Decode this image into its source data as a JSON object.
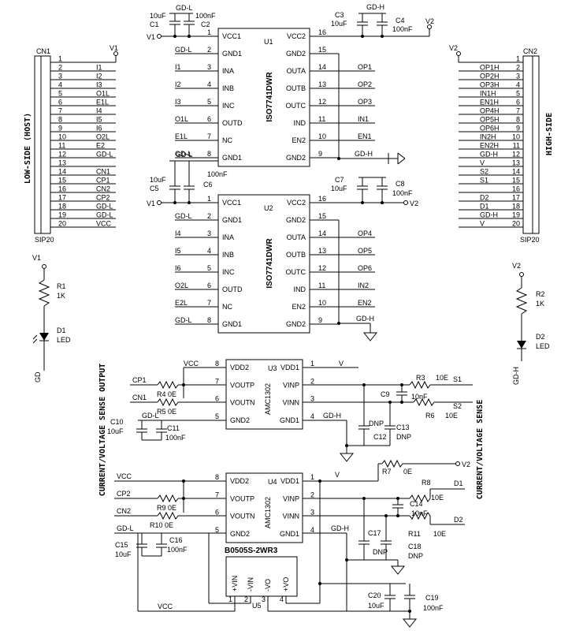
{
  "title_low": "LOW-SIDE (HOST)",
  "title_high": "HIGH-SIDE",
  "sense_left": "CURRENT/VOLTAGE  SENSE  OUTPUT",
  "sense_right": "CURRENT/VOLTAGE  SENSE",
  "cn1": {
    "ref": "CN1",
    "type": "SIP20",
    "power": "V1",
    "pins": [
      {
        "n": "1",
        "net": ""
      },
      {
        "n": "2",
        "net": "I1"
      },
      {
        "n": "3",
        "net": "I2"
      },
      {
        "n": "4",
        "net": "I3"
      },
      {
        "n": "5",
        "net": "O1L"
      },
      {
        "n": "6",
        "net": "E1L"
      },
      {
        "n": "7",
        "net": "I4"
      },
      {
        "n": "8",
        "net": "I5"
      },
      {
        "n": "9",
        "net": "I6"
      },
      {
        "n": "10",
        "net": "O2L"
      },
      {
        "n": "11",
        "net": "E2"
      },
      {
        "n": "12",
        "net": "GD-L"
      },
      {
        "n": "13",
        "net": ""
      },
      {
        "n": "14",
        "net": "CN1"
      },
      {
        "n": "15",
        "net": "CP1"
      },
      {
        "n": "16",
        "net": "CN2"
      },
      {
        "n": "17",
        "net": "CP2"
      },
      {
        "n": "18",
        "net": "GD-L"
      },
      {
        "n": "19",
        "net": "GD-L"
      },
      {
        "n": "20",
        "net": "VCC"
      }
    ]
  },
  "cn2": {
    "ref": "CN2",
    "type": "SIP20",
    "power": "V2",
    "pins": [
      {
        "n": "1",
        "net": ""
      },
      {
        "n": "2",
        "net": "OP1H"
      },
      {
        "n": "3",
        "net": "OP2H"
      },
      {
        "n": "4",
        "net": "OP3H"
      },
      {
        "n": "5",
        "net": "IN1H"
      },
      {
        "n": "6",
        "net": "EN1H"
      },
      {
        "n": "7",
        "net": "OP4H"
      },
      {
        "n": "8",
        "net": "OP5H"
      },
      {
        "n": "9",
        "net": "OP6H"
      },
      {
        "n": "10",
        "net": "IN2H"
      },
      {
        "n": "11",
        "net": "EN2H"
      },
      {
        "n": "12",
        "net": "GD-H"
      },
      {
        "n": "13",
        "net": "V"
      },
      {
        "n": "14",
        "net": "S2"
      },
      {
        "n": "15",
        "net": "S1"
      },
      {
        "n": "16",
        "net": ""
      },
      {
        "n": "17",
        "net": "D2"
      },
      {
        "n": "18",
        "net": "D1"
      },
      {
        "n": "19",
        "net": "GD-H"
      },
      {
        "n": "20",
        "net": "V"
      }
    ]
  },
  "u1": {
    "ref": "U1",
    "part": "ISO7741DWR",
    "left": [
      {
        "pin": "1",
        "name": "VCC1",
        "net": "V1"
      },
      {
        "pin": "2",
        "name": "GND1",
        "net": "GD-L"
      },
      {
        "pin": "3",
        "name": "INA",
        "net": "I1"
      },
      {
        "pin": "4",
        "name": "INB",
        "net": "I2"
      },
      {
        "pin": "5",
        "name": "INC",
        "net": "I3"
      },
      {
        "pin": "6",
        "name": "OUTD",
        "net": "O1L"
      },
      {
        "pin": "7",
        "name": "NC",
        "net": "E1L"
      },
      {
        "pin": "8",
        "name": "GND1",
        "net": "GD-L"
      }
    ],
    "right": [
      {
        "pin": "16",
        "name": "VCC2",
        "net": "V2"
      },
      {
        "pin": "15",
        "name": "GND2",
        "net": ""
      },
      {
        "pin": "14",
        "name": "OUTA",
        "net": "OP1"
      },
      {
        "pin": "13",
        "name": "OUTB",
        "net": "OP2"
      },
      {
        "pin": "12",
        "name": "OUTC",
        "net": "OP3"
      },
      {
        "pin": "11",
        "name": "IND",
        "net": "IN1"
      },
      {
        "pin": "10",
        "name": "EN2",
        "net": "EN1"
      },
      {
        "pin": "9",
        "name": "GND2",
        "net": "GD-H"
      }
    ]
  },
  "u2": {
    "ref": "U2",
    "part": "ISO7741DWR",
    "left": [
      {
        "pin": "1",
        "name": "VCC1",
        "net": "V1"
      },
      {
        "pin": "2",
        "name": "GND1",
        "net": "GD-L"
      },
      {
        "pin": "3",
        "name": "INA",
        "net": "I4"
      },
      {
        "pin": "4",
        "name": "INB",
        "net": "I5"
      },
      {
        "pin": "5",
        "name": "INC",
        "net": "I6"
      },
      {
        "pin": "6",
        "name": "OUTD",
        "net": "O2L"
      },
      {
        "pin": "7",
        "name": "NC",
        "net": "E2L"
      },
      {
        "pin": "8",
        "name": "GND1",
        "net": "GD-L"
      }
    ],
    "right": [
      {
        "pin": "16",
        "name": "VCC2",
        "net": "V2"
      },
      {
        "pin": "15",
        "name": "GND2",
        "net": ""
      },
      {
        "pin": "14",
        "name": "OUTA",
        "net": "OP4"
      },
      {
        "pin": "13",
        "name": "OUTB",
        "net": "OP5"
      },
      {
        "pin": "12",
        "name": "OUTC",
        "net": "OP6"
      },
      {
        "pin": "11",
        "name": "IND",
        "net": "IN2"
      },
      {
        "pin": "10",
        "name": "EN2",
        "net": "EN2"
      },
      {
        "pin": "9",
        "name": "GND2",
        "net": "GD-H"
      }
    ]
  },
  "u3": {
    "ref": "U3",
    "part": "AMC1302",
    "left": [
      {
        "pin": "8",
        "name": "VDD2",
        "net": "VCC"
      },
      {
        "pin": "7",
        "name": "VOUTP",
        "net": "CP1"
      },
      {
        "pin": "6",
        "name": "VOUTN",
        "net": "CN1"
      },
      {
        "pin": "5",
        "name": "GND2",
        "net": "GD-L"
      }
    ],
    "right": [
      {
        "pin": "1",
        "name": "VDD1",
        "net": "V"
      },
      {
        "pin": "2",
        "name": "VINP",
        "net": ""
      },
      {
        "pin": "3",
        "name": "VINN",
        "net": ""
      },
      {
        "pin": "4",
        "name": "GND1",
        "net": "GD-H"
      }
    ]
  },
  "u4": {
    "ref": "U4",
    "part": "AMC1302",
    "left": [
      {
        "pin": "8",
        "name": "VDD2",
        "net": "VCC"
      },
      {
        "pin": "7",
        "name": "VOUTP",
        "net": "CP2"
      },
      {
        "pin": "6",
        "name": "VOUTN",
        "net": "CN2"
      },
      {
        "pin": "5",
        "name": "GND2",
        "net": "GD-L"
      }
    ],
    "right": [
      {
        "pin": "1",
        "name": "VDD1",
        "net": "V"
      },
      {
        "pin": "2",
        "name": "VINP",
        "net": ""
      },
      {
        "pin": "3",
        "name": "VINN",
        "net": ""
      },
      {
        "pin": "4",
        "name": "GND1",
        "net": "GD-H"
      }
    ]
  },
  "u5": {
    "ref": "U5",
    "part": "B0505S-2WR3",
    "pins": [
      {
        "pin": "1",
        "name": "+VIN"
      },
      {
        "pin": "2",
        "name": "-VIN"
      },
      {
        "pin": "3",
        "name": "-VO"
      },
      {
        "pin": "4",
        "name": "+VO"
      }
    ],
    "net_vcc": "VCC"
  },
  "components": {
    "c1": {
      "ref": "C1",
      "value": "10uF"
    },
    "c2": {
      "ref": "C2",
      "value": "100nF"
    },
    "c3": {
      "ref": "C3",
      "value": "10uF"
    },
    "c4": {
      "ref": "C4",
      "value": "100nF"
    },
    "c5": {
      "ref": "C5",
      "value": "10uF"
    },
    "c6": {
      "ref": "C6",
      "value": "100nF"
    },
    "c7": {
      "ref": "C7",
      "value": "10uF"
    },
    "c8": {
      "ref": "C8",
      "value": "100nF"
    },
    "c9": {
      "ref": "C9",
      "value": "10nF"
    },
    "c10": {
      "ref": "C10",
      "value": "10uF"
    },
    "c11": {
      "ref": "C11",
      "value": "100nF"
    },
    "c12": {
      "ref": "C12",
      "value": "DNP"
    },
    "c13": {
      "ref": "C13",
      "value": "DNP"
    },
    "c14": {
      "ref": "C14",
      "value": "10nF"
    },
    "c15": {
      "ref": "C15",
      "value": "10uF"
    },
    "c16": {
      "ref": "C16",
      "value": "100nF"
    },
    "c17": {
      "ref": "C17",
      "value": "DNP"
    },
    "c18": {
      "ref": "C18",
      "value": "DNP"
    },
    "c19": {
      "ref": "C19",
      "value": "100nF"
    },
    "c20": {
      "ref": "C20",
      "value": "10uF"
    },
    "r1": {
      "ref": "R1",
      "value": "1K"
    },
    "r2": {
      "ref": "R2",
      "value": "1K"
    },
    "r3": {
      "ref": "R3",
      "value": "10E"
    },
    "r4": {
      "ref": "R4",
      "value": "0E"
    },
    "r5": {
      "ref": "R5",
      "value": "0E"
    },
    "r6": {
      "ref": "R6",
      "value": "10E"
    },
    "r7": {
      "ref": "R7",
      "value": "0E"
    },
    "r8": {
      "ref": "R8",
      "value": "10E"
    },
    "r9": {
      "ref": "R9",
      "value": "0E"
    },
    "r10": {
      "ref": "R10",
      "value": "0E"
    },
    "r11": {
      "ref": "R11",
      "value": "10E"
    },
    "d1": {
      "ref": "D1",
      "value": "LED"
    },
    "d2": {
      "ref": "D2",
      "value": "LED"
    }
  },
  "nets": {
    "v1": "V1",
    "v2": "V2",
    "gdl": "GD-L",
    "gdh": "GD-H",
    "gd": "GD",
    "vcc": "VCC",
    "v": "V",
    "s1": "S1",
    "s2": "S2",
    "d1": "D1",
    "d2": "D2",
    "cp1": "CP1",
    "cn1": "CN1",
    "cp2": "CP2",
    "cn2": "CN2"
  }
}
